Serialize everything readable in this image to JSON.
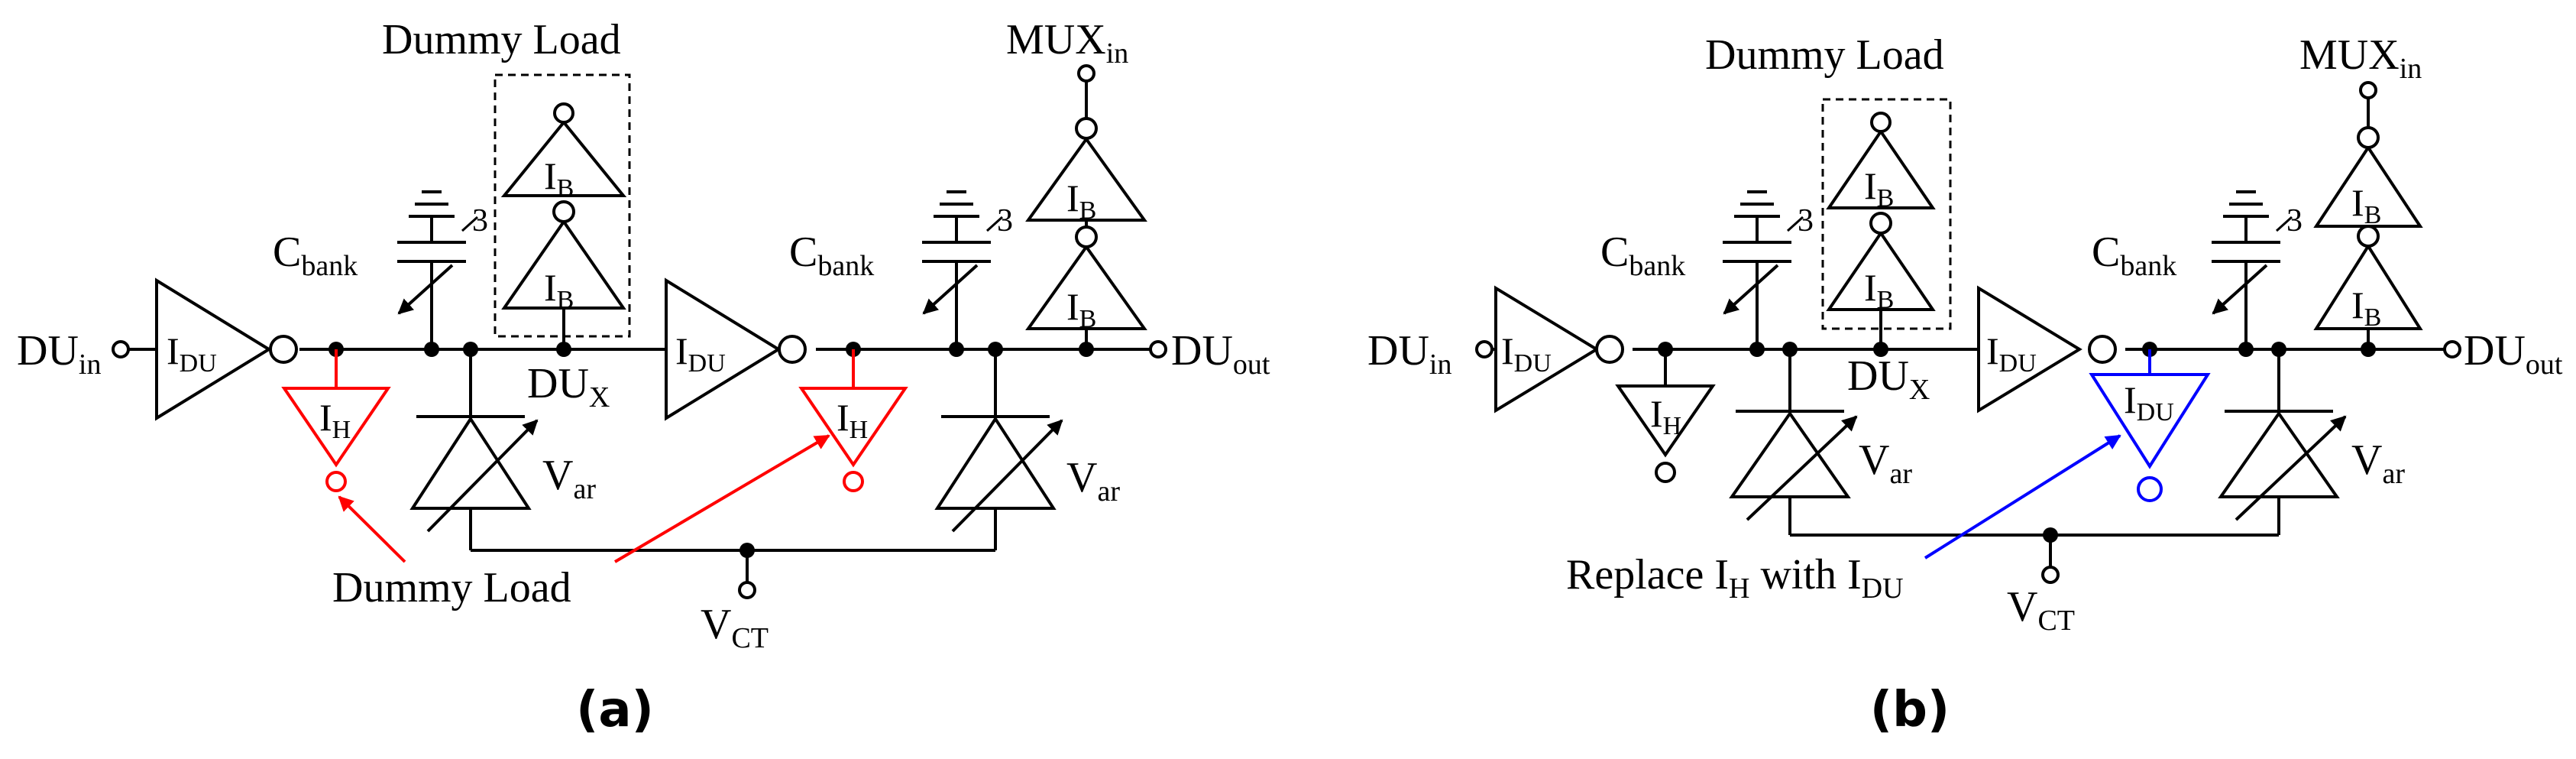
{
  "panels": [
    {
      "caption": "(a)",
      "dummy_load_title": "Dummy Load",
      "mux": {
        "base": "MUX",
        "sub": "in"
      },
      "du_in": {
        "base": "DU",
        "sub": "in"
      },
      "du_out": {
        "base": "DU",
        "sub": "out"
      },
      "du_x": {
        "base": "DU",
        "sub": "X"
      },
      "vct": {
        "base": "V",
        "sub": "CT"
      },
      "cbank": {
        "base": "C",
        "sub": "bank"
      },
      "var": {
        "base": "V",
        "sub": "ar"
      },
      "bank_bits": "3",
      "gate_du": {
        "base": "I",
        "sub": "DU"
      },
      "gate_b": {
        "base": "I",
        "sub": "B"
      },
      "load1": {
        "base": "I",
        "sub": "H"
      },
      "load2": {
        "base": "I",
        "sub": "H"
      },
      "annotation": "Dummy Load",
      "annotation_color": "#ff0000"
    },
    {
      "caption": "(b)",
      "dummy_load_title": "Dummy Load",
      "mux": {
        "base": "MUX",
        "sub": "in"
      },
      "du_in": {
        "base": "DU",
        "sub": "in"
      },
      "du_out": {
        "base": "DU",
        "sub": "out"
      },
      "du_x": {
        "base": "DU",
        "sub": "X"
      },
      "vct": {
        "base": "V",
        "sub": "CT"
      },
      "cbank": {
        "base": "C",
        "sub": "bank"
      },
      "var": {
        "base": "V",
        "sub": "ar"
      },
      "bank_bits": "3",
      "gate_du": {
        "base": "I",
        "sub": "DU"
      },
      "gate_b": {
        "base": "I",
        "sub": "B"
      },
      "load1": {
        "base": "I",
        "sub": "H"
      },
      "load2": {
        "base": "I",
        "sub": "DU"
      },
      "annotation": {
        "t1": "Replace I",
        "s1": "H",
        "t2": " with I",
        "s2": "DU"
      },
      "annotation_color": "#0000ff"
    }
  ]
}
